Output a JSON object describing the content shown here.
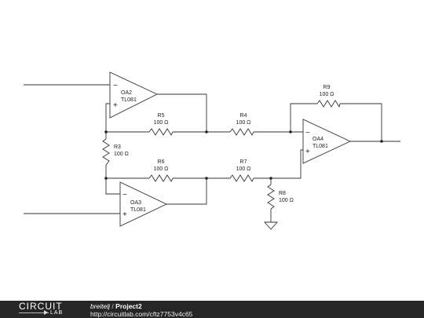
{
  "schematic": {
    "components": {
      "oa2": {
        "name": "OA2",
        "model": "TL081"
      },
      "oa3": {
        "name": "OA3",
        "model": "TL081"
      },
      "oa4": {
        "name": "OA4",
        "model": "TL081"
      },
      "r3": {
        "name": "R3",
        "value": "100 Ω"
      },
      "r4": {
        "name": "R4",
        "value": "100 Ω"
      },
      "r5": {
        "name": "R5",
        "value": "100 Ω"
      },
      "r6": {
        "name": "R6",
        "value": "100 Ω"
      },
      "r7": {
        "name": "R7",
        "value": "100 Ω"
      },
      "r8": {
        "name": "R8",
        "value": "100 Ω"
      },
      "r9": {
        "name": "R9",
        "value": "100 Ω"
      }
    },
    "pin_minus": "−",
    "pin_plus": "+"
  },
  "footer": {
    "logo_top": "CIRCUIT",
    "logo_bottom": "LAB",
    "user": "breitelj",
    "separator": "/",
    "project": "Project2",
    "url": "http://circuitlab.com/cftz7753v4c65"
  }
}
